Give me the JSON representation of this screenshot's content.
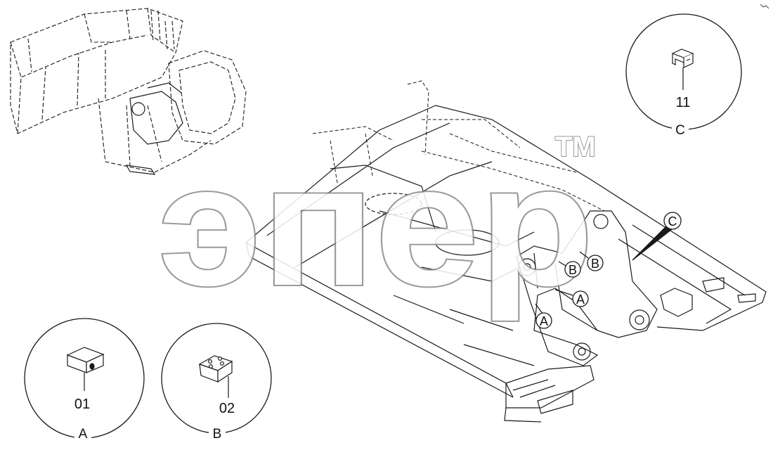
{
  "watermark": {
    "text": "эпер",
    "tm": "TM",
    "color": "#8a8a8a"
  },
  "callouts": [
    {
      "id": "A",
      "part_number": "01",
      "letter": "A"
    },
    {
      "id": "B",
      "part_number": "02",
      "letter": "B"
    },
    {
      "id": "C",
      "part_number": "11",
      "letter": "C"
    }
  ],
  "tags": [
    {
      "letter": "A"
    },
    {
      "letter": "A"
    },
    {
      "letter": "B"
    },
    {
      "letter": "B"
    },
    {
      "letter": "C"
    }
  ],
  "colors": {
    "line": "#1a1a1a",
    "background": "#ffffff",
    "tag_fill": "#ffffff"
  }
}
